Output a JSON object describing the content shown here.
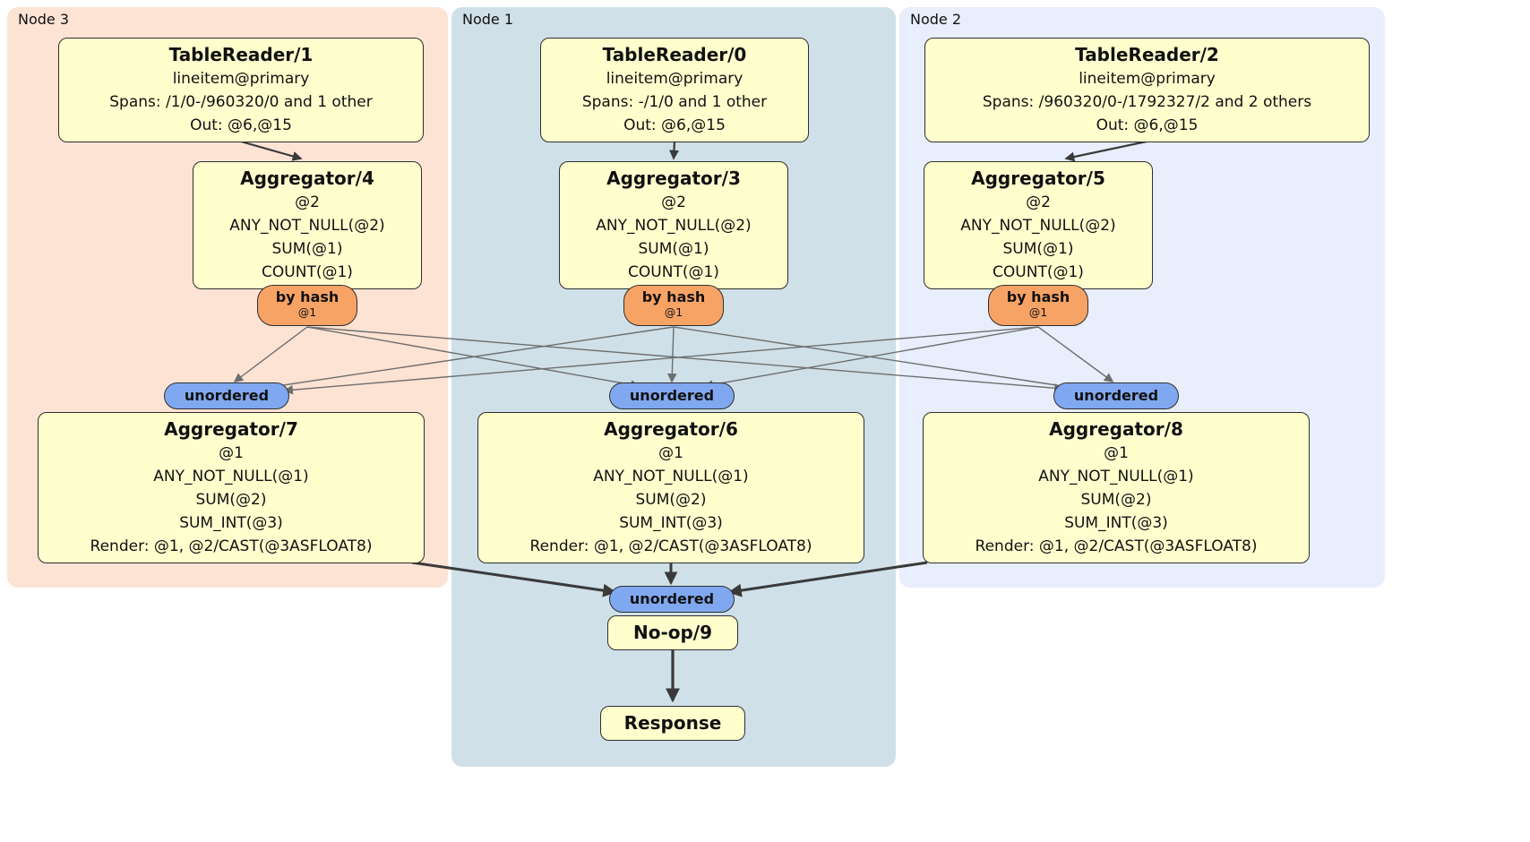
{
  "regions": {
    "node3": {
      "label": "Node 3",
      "color": "#fde3d4"
    },
    "node1": {
      "label": "Node 1",
      "color": "#cfe0e8"
    },
    "node2": {
      "label": "Node 2",
      "color": "#e8eefb"
    }
  },
  "processors": {
    "tablereader1": {
      "title": "TableReader/1",
      "lines": [
        "lineitem@primary",
        "Spans: /1/0-/960320/0 and 1 other",
        "Out: @6,@15"
      ]
    },
    "tablereader0": {
      "title": "TableReader/0",
      "lines": [
        "lineitem@primary",
        "Spans: -/1/0 and 1 other",
        "Out: @6,@15"
      ]
    },
    "tablereader2": {
      "title": "TableReader/2",
      "lines": [
        "lineitem@primary",
        "Spans: /960320/0-/1792327/2 and 2 others",
        "Out: @6,@15"
      ]
    },
    "aggregator4": {
      "title": "Aggregator/4",
      "lines": [
        "@2",
        "ANY_NOT_NULL(@2)",
        "SUM(@1)",
        "COUNT(@1)"
      ]
    },
    "aggregator3": {
      "title": "Aggregator/3",
      "lines": [
        "@2",
        "ANY_NOT_NULL(@2)",
        "SUM(@1)",
        "COUNT(@1)"
      ]
    },
    "aggregator5": {
      "title": "Aggregator/5",
      "lines": [
        "@2",
        "ANY_NOT_NULL(@2)",
        "SUM(@1)",
        "COUNT(@1)"
      ]
    },
    "aggregator7": {
      "title": "Aggregator/7",
      "lines": [
        "@1",
        "ANY_NOT_NULL(@1)",
        "SUM(@2)",
        "SUM_INT(@3)",
        "Render: @1, @2/CAST(@3ASFLOAT8)"
      ]
    },
    "aggregator6": {
      "title": "Aggregator/6",
      "lines": [
        "@1",
        "ANY_NOT_NULL(@1)",
        "SUM(@2)",
        "SUM_INT(@3)",
        "Render: @1, @2/CAST(@3ASFLOAT8)"
      ]
    },
    "aggregator8": {
      "title": "Aggregator/8",
      "lines": [
        "@1",
        "ANY_NOT_NULL(@1)",
        "SUM(@2)",
        "SUM_INT(@3)",
        "Render: @1, @2/CAST(@3ASFLOAT8)"
      ]
    },
    "noop9": {
      "title": "No-op/9"
    },
    "response": {
      "title": "Response"
    }
  },
  "routers": {
    "hash3": {
      "label": "by hash",
      "sub": "@1"
    },
    "hash1": {
      "label": "by hash",
      "sub": "@1"
    },
    "hash2": {
      "label": "by hash",
      "sub": "@1"
    }
  },
  "synchronizers": {
    "unordered3": {
      "label": "unordered"
    },
    "unordered1": {
      "label": "unordered"
    },
    "unordered2": {
      "label": "unordered"
    },
    "unordered_final": {
      "label": "unordered"
    }
  }
}
